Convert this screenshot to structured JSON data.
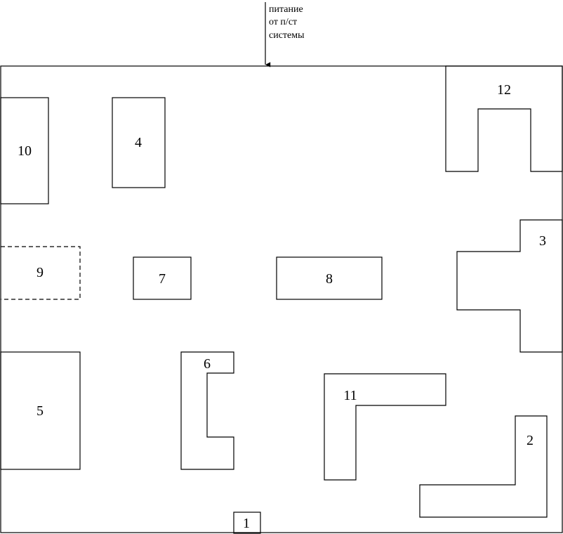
{
  "power_note": {
    "lines": [
      "питание",
      "от п/ст",
      "системы"
    ]
  },
  "equipment": [
    {
      "label": "1"
    },
    {
      "label": "2"
    },
    {
      "label": "3"
    },
    {
      "label": "4"
    },
    {
      "label": "5"
    },
    {
      "label": "6"
    },
    {
      "label": "7"
    },
    {
      "label": "8"
    },
    {
      "label": "9"
    },
    {
      "label": "10"
    },
    {
      "label": "11"
    },
    {
      "label": "12"
    }
  ],
  "line_color": "#000000",
  "background_color": "#ffffff"
}
